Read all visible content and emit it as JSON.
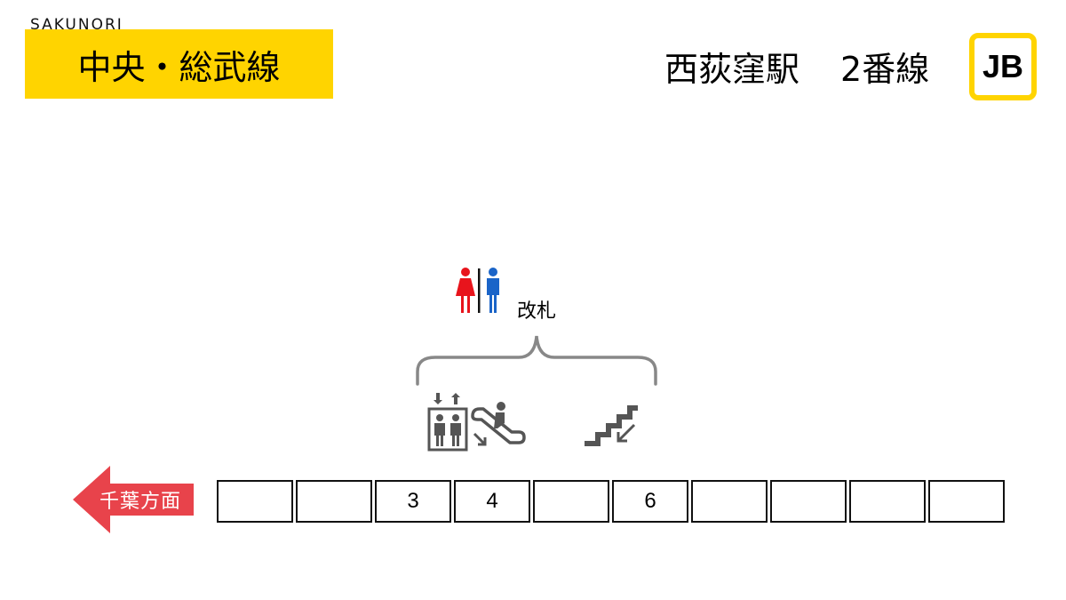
{
  "header": {
    "brand": "SAKUNORI",
    "line_name": "中央・総武線",
    "station_name": "西荻窪駅",
    "track": "2番線",
    "line_code": "JB"
  },
  "facilities": {
    "toilet_icon": "restroom-icon",
    "gate_label": "改札",
    "elevator_icon": "elevator-icon",
    "escalator_icon": "escalator-down-icon",
    "stairs_icon": "stairs-down-icon"
  },
  "direction": {
    "label": "千葉方面",
    "arrow": "left"
  },
  "train": {
    "cars": [
      "",
      "",
      "3",
      "4",
      "",
      "6",
      "",
      "",
      "",
      ""
    ]
  },
  "colors": {
    "line_yellow": "#FFD400",
    "direction_red": "#E8434B",
    "icon_gray": "#555555",
    "female_red": "#E8141C",
    "male_blue": "#1A64C8"
  }
}
